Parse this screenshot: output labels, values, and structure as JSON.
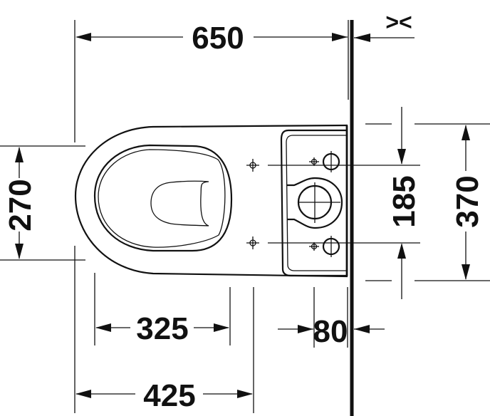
{
  "drawing": {
    "title": "Toilet top view dimension drawing",
    "colors": {
      "line": "#111111",
      "background": "#ffffff"
    },
    "dimensions": {
      "overall_length": {
        "value": "650",
        "unit": "mm"
      },
      "wall_gap_symbol": {
        "value": "><"
      },
      "seat_width": {
        "value": "270",
        "unit": "mm"
      },
      "fixing_spacing": {
        "value": "185",
        "unit": "mm"
      },
      "cistern_width": {
        "value": "370",
        "unit": "mm"
      },
      "bowl_to_fixing": {
        "value": "325",
        "unit": "mm"
      },
      "front_to_cistern": {
        "value": "425",
        "unit": "mm"
      },
      "outlet_to_wall": {
        "value": "80",
        "unit": "mm"
      }
    }
  }
}
